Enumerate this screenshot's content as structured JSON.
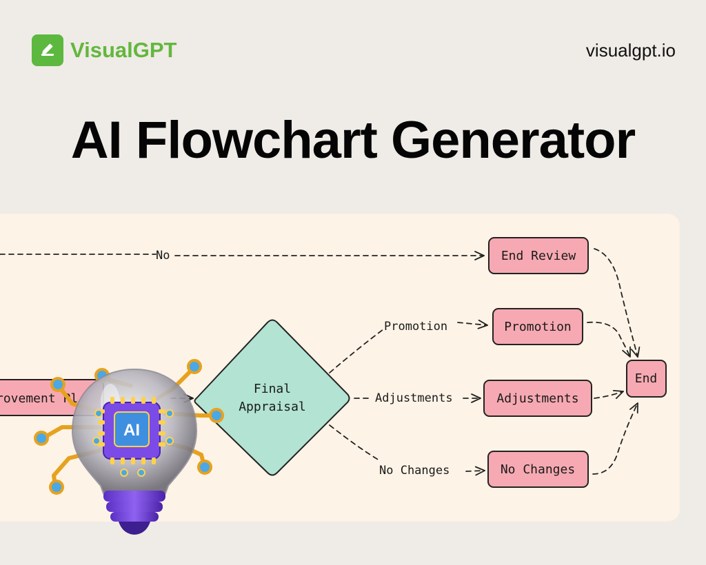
{
  "brand": {
    "name": "VisualGPT",
    "icon": "pencil-icon",
    "color": "#5cb83f",
    "url": "visualgpt.io"
  },
  "headline": "AI Flowchart Generator",
  "flowchart": {
    "nodes": {
      "improvement_plan": "rovement Pl",
      "final_appraisal_line1": "Final",
      "final_appraisal_line2": "Appraisal",
      "end_review": "End Review",
      "promotion": "Promotion",
      "adjustments": "Adjustments",
      "no_changes": "No Changes",
      "end": "End"
    },
    "edge_labels": {
      "no": "No",
      "promotion": "Promotion",
      "adjustments": "Adjustments",
      "no_changes": "No Changes"
    },
    "colors": {
      "box_fill": "#f6a9b2",
      "decision_fill": "#b2e3d3",
      "stroke": "#222222"
    }
  },
  "illustration": {
    "icon": "ai-chip-lightbulb-icon",
    "chip_label": "AI"
  }
}
